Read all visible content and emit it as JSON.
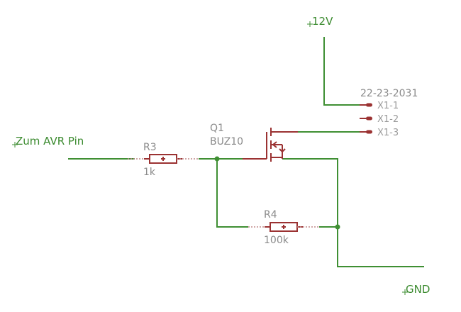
{
  "nets": {
    "vcc": "12V",
    "input": "Zum AVR Pin",
    "ground": "GND"
  },
  "components": {
    "R3": {
      "name": "R3",
      "value": "1k"
    },
    "R4": {
      "name": "R4",
      "value": "100k"
    },
    "Q1": {
      "name": "Q1",
      "value": "BUZ10"
    },
    "X1": {
      "name": "22-23-2031",
      "pins": [
        "X1-1",
        "X1-2",
        "X1-3"
      ]
    }
  },
  "colors": {
    "wire": "#3f8f33",
    "part": "#9b3232",
    "label": "#8a8a8a",
    "net_label": "#3a8a2e"
  }
}
